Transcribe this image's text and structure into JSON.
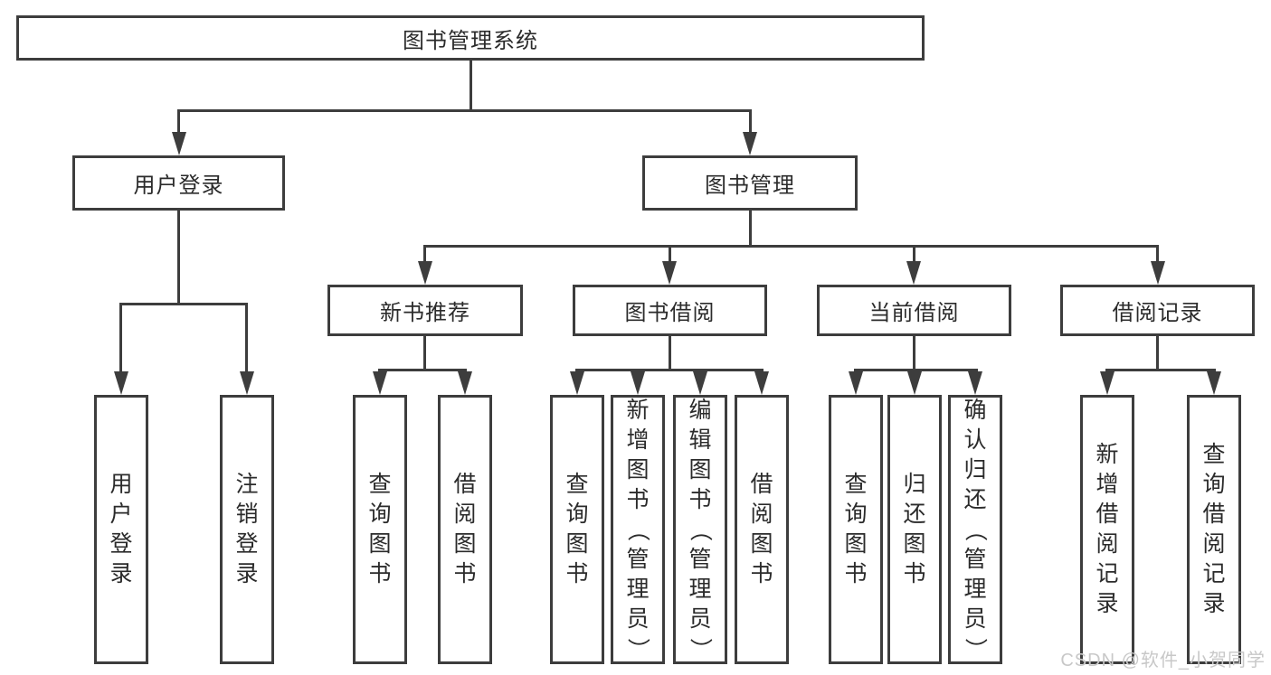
{
  "tree": {
    "root": {
      "label": "图书管理系统",
      "children": [
        {
          "label": "用户登录",
          "children": [
            {
              "label": "用户登录"
            },
            {
              "label": "注销登录"
            }
          ]
        },
        {
          "label": "图书管理",
          "children": [
            {
              "label": "新书推荐",
              "children": [
                {
                  "label": "查询图书"
                },
                {
                  "label": "借阅图书"
                }
              ]
            },
            {
              "label": "图书借阅",
              "children": [
                {
                  "label": "查询图书"
                },
                {
                  "label": "新增图书（管理员）"
                },
                {
                  "label": "编辑图书（管理员）"
                },
                {
                  "label": "借阅图书"
                }
              ]
            },
            {
              "label": "当前借阅",
              "children": [
                {
                  "label": "查询图书"
                },
                {
                  "label": "归还图书"
                },
                {
                  "label": "确认归还（管理员）"
                }
              ]
            },
            {
              "label": "借阅记录",
              "children": [
                {
                  "label": "新增借阅记录"
                },
                {
                  "label": "查询借阅记录"
                }
              ]
            }
          ]
        }
      ]
    }
  },
  "watermark": {
    "text": "CSDN @软件_小贺同学"
  },
  "colors": {
    "line": "#3d3d3d",
    "text": "#2b2b2b",
    "watermark": "#c8c8c8",
    "background": "#ffffff"
  }
}
